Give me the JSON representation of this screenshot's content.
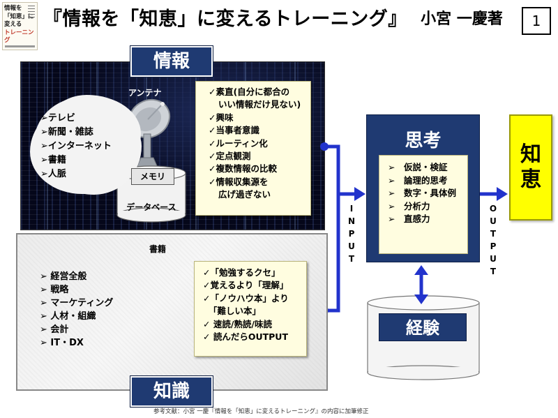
{
  "header": {
    "book_cover_lines": [
      "情報を",
      "「知恵」に",
      "変える",
      "トレーニング"
    ],
    "title": "『情報を「知恵」に変えるトレーニング』",
    "author": "小宮 一慶著",
    "page_number": "1"
  },
  "information": {
    "title": "情報",
    "sources": [
      "➢テレビ",
      "➢新聞・雑誌",
      "➢インターネット",
      "➢書籍",
      "➢人脈"
    ],
    "antenna_label": "アンテナ",
    "memory_label": "メモリ",
    "database_label": "データベース",
    "tips": [
      "✓素直(自分に都合の",
      "いい情報だけ見ない)",
      "✓興味",
      "✓当事者意識",
      "✓ルーティン化",
      "✓定点観測",
      "✓複数情報の比較",
      "✓情報収集源を",
      "広げ過ぎない"
    ]
  },
  "knowledge": {
    "title": "知識",
    "books_label": "書籍",
    "topics": [
      "➢ 経営全般",
      "➢ 戦略",
      "➢ マーケティング",
      "➢ 人材・組織",
      "➢ 会計",
      "➢ IT・DX"
    ],
    "tips": [
      "✓「勉強するクセ」",
      "✓覚えるより「理解」",
      "✓「ノウハウ本」より",
      "「難しい本」",
      "✓ 速読/熟読/味読",
      "✓ 読んだらOUTPUT"
    ]
  },
  "thinking": {
    "title": "思考",
    "items": [
      "➢　仮説・検証",
      "➢　論理的思考",
      "➢　数字・具体例",
      "➢　分析力",
      "➢　直感力"
    ]
  },
  "flow": {
    "input_letters": [
      "I",
      "N",
      "P",
      "U",
      "T"
    ],
    "output_letters": [
      "O",
      "U",
      "T",
      "P",
      "U",
      "T"
    ]
  },
  "wisdom": {
    "lines": [
      "知",
      "恵"
    ]
  },
  "experience": {
    "title": "経験"
  },
  "footer": "参考文献：小宮 一慶『情報を「知恵」に変えるトレーニング』の内容に加筆修正",
  "colors": {
    "navy": "#1f3a72",
    "connector_blue": "#2233cc",
    "note_yellow": "#fffde0",
    "wisdom_yellow": "#ffff00"
  }
}
